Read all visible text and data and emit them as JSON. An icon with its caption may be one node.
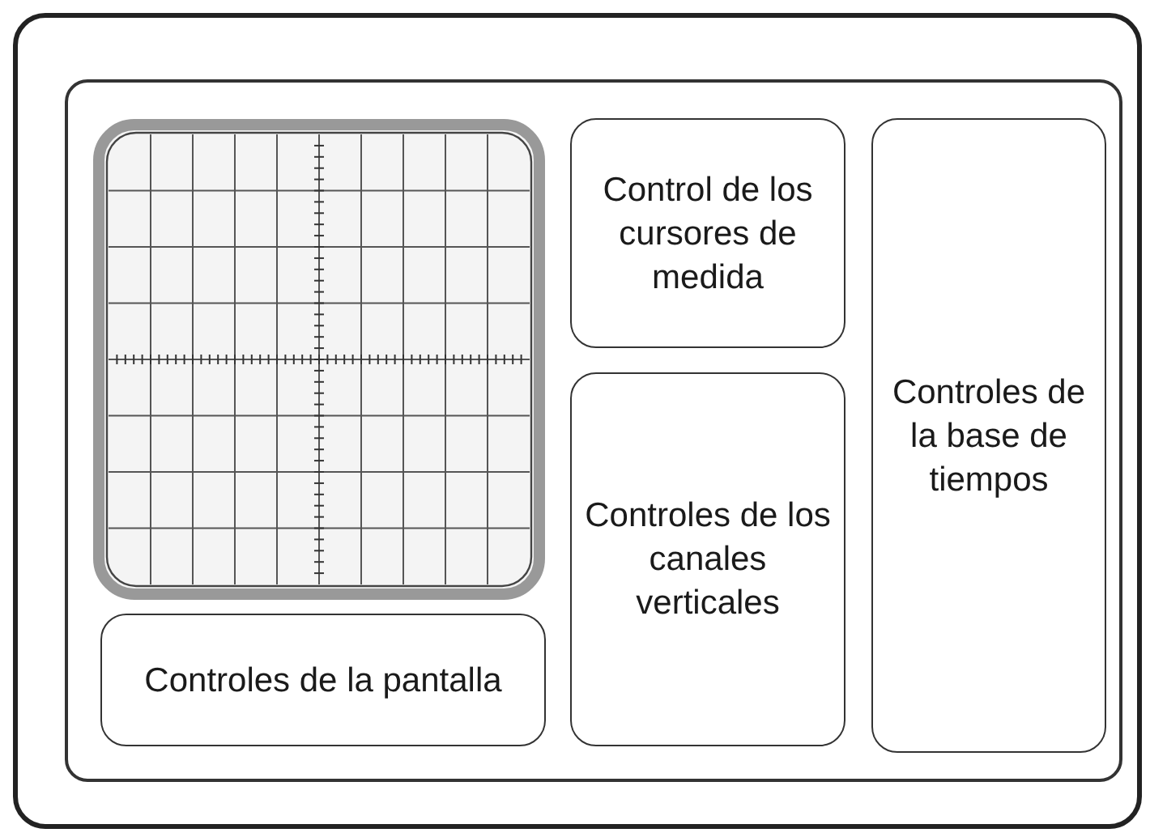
{
  "diagram": {
    "nodes": [
      {
        "text": [],
        "shape": "box"
      },
      {
        "text": [],
        "shape": "box",
        "in": 0
      },
      {
        "text": [],
        "shape": "picture",
        "in": 1
      },
      {
        "text": [
          "Controles de la pantalla"
        ],
        "in": 1
      },
      {
        "text": [
          "Control de los cursores de medida"
        ],
        "in": 1
      },
      {
        "text": [
          "Controles de los canales verticales"
        ],
        "in": 1
      },
      {
        "text": [
          "Controles de la base de tiempos"
        ],
        "in": 1
      }
    ]
  }
}
